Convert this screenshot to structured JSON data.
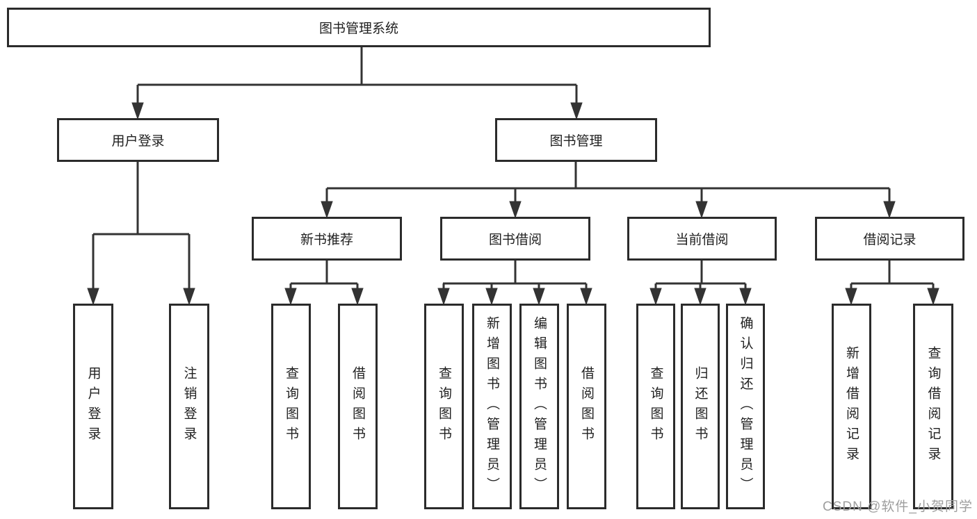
{
  "diagram_title": "图书管理系统",
  "nodes": {
    "root": "图书管理系统",
    "user_login": "用户登录",
    "book_mgmt": "图书管理",
    "new_book": "新书推荐",
    "book_borrow": "图书借阅",
    "current_borrow": "当前借阅",
    "borrow_record": "借阅记录",
    "leaf_user_login": "用户登录",
    "leaf_logout": "注销登录",
    "leaf_nb_query": "查询图书",
    "leaf_nb_borrow": "借阅图书",
    "leaf_bb_query": "查询图书",
    "leaf_bb_add": "新增图书（管理员）",
    "leaf_bb_edit": "编辑图书（管理员）",
    "leaf_bb_borrow": "借阅图书",
    "leaf_cb_query": "查询图书",
    "leaf_cb_return": "归还图书",
    "leaf_cb_confirm": "确认归还（管理员）",
    "leaf_br_add": "新增借阅记录",
    "leaf_br_query": "查询借阅记录"
  },
  "hierarchy": {
    "图书管理系统": {
      "用户登录": [
        "用户登录",
        "注销登录"
      ],
      "图书管理": {
        "新书推荐": [
          "查询图书",
          "借阅图书"
        ],
        "图书借阅": [
          "查询图书",
          "新增图书（管理员）",
          "编辑图书（管理员）",
          "借阅图书"
        ],
        "当前借阅": [
          "查询图书",
          "归还图书",
          "确认归还（管理员）"
        ],
        "借阅记录": [
          "新增借阅记录",
          "查询借阅记录"
        ]
      }
    }
  },
  "watermark": {
    "text": "CSDN @软件_小贺同学"
  },
  "colors": {
    "line": "#333333",
    "box_border": "#2b2b2b",
    "text": "#1f1f1f",
    "watermark": "#9e9e9e",
    "background": "#ffffff"
  }
}
